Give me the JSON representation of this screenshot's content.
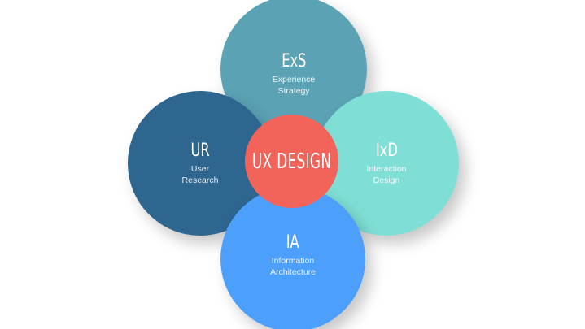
{
  "diagram": {
    "type": "overlapping-circles",
    "center": {
      "label": "UX DESIGN",
      "color": "#F2645A"
    },
    "nodes": [
      {
        "id": "exs",
        "abbr": "ExS",
        "name": "Experience\nStrategy",
        "position": "top",
        "color": "#5BA2B4"
      },
      {
        "id": "ur",
        "abbr": "UR",
        "name": "User\nResearch",
        "position": "left",
        "color": "#2E668F"
      },
      {
        "id": "ixd",
        "abbr": "IxD",
        "name": "Interaction\nDesign",
        "position": "right",
        "color": "#7FDFD6"
      },
      {
        "id": "ia",
        "abbr": "IA",
        "name": "Information\nArchitecture",
        "position": "bottom",
        "color": "#4C9FFB"
      }
    ]
  }
}
